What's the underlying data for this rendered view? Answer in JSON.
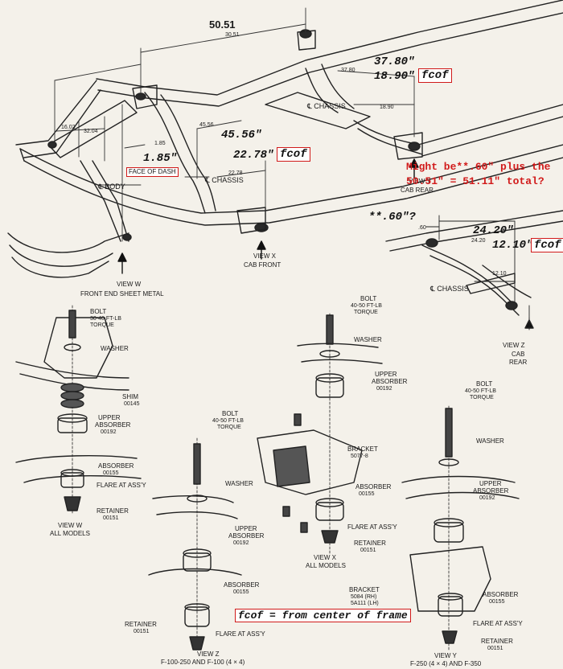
{
  "frame": {
    "dim_50_51": "50.51",
    "dim_50_51_small": "30.51",
    "dim_37_80_small": "37.80",
    "dim_18_90_small": "18.90",
    "dim_45_56_small": "45.56",
    "dim_22_78_small": "22.78",
    "dim_16_02": "16.02",
    "dim_32_04": "32.04",
    "dim_1_85_small": "1.85",
    "chassis_label": "℄ CHASSIS",
    "body_label": "℄ BODY",
    "face_of_dash": "FACE OF DASH",
    "view_w": "VIEW W",
    "view_w_caption": "FRONT END SHEET METAL",
    "view_x": "VIEW X",
    "view_x_caption": "CAB FRONT",
    "view_y": "VIEW Y",
    "view_y_caption": "CAB REAR"
  },
  "annotations": {
    "a_37_80": "37.80\"",
    "a_18_90": "18.90\"",
    "fcof": "fcof",
    "a_45_56": "45.56\"",
    "a_22_78": "22.78\"",
    "a_1_85": "1.85\"",
    "might_be_line1": "Might be**.60\" plus the",
    "might_be_line2": "50.51\" = 51.11\" total?",
    "a_60": "**.60\"?",
    "a_24_20": "24.20\"",
    "a_12_10": "12.10\"",
    "legend": "fcof = from center of frame"
  },
  "view_z_top": {
    "dim_60_small": ".60",
    "dim_24_20_small": "24.20",
    "dim_12_10_small": "12.10",
    "chassis_label": "℄ CHASSIS",
    "view": "VIEW Z",
    "caption_1": "CAB",
    "caption_2": "REAR"
  },
  "exploded_w": {
    "bolt": "BOLT",
    "bolt_torque_1": "30-40 FT-LB",
    "bolt_torque_2": "TORQUE",
    "washer": "WASHER",
    "shim": "SHIM",
    "shim_part": "00145",
    "upper_absorber": "UPPER",
    "upper_absorber_2": "ABSORBER",
    "upper_absorber_part": "00192",
    "absorber": "ABSORBER",
    "absorber_part": "00155",
    "flare": "FLARE AT ASS'Y",
    "retainer": "RETAINER",
    "retainer_part": "00151",
    "view": "VIEW W",
    "caption": "ALL MODELS"
  },
  "exploded_x": {
    "bolt": "BOLT",
    "bolt_torque_1": "40-50 FT-LB",
    "bolt_torque_2": "TORQUE",
    "washer": "WASHER",
    "upper_absorber": "UPPER",
    "upper_absorber_2": "ABSORBER",
    "upper_absorber_part": "00192",
    "bracket": "BRACKET",
    "bracket_part": "5077-8",
    "absorber": "ABSORBER",
    "absorber_part": "00155",
    "flare": "FLARE AT ASS'Y",
    "retainer": "RETAINER",
    "retainer_part": "00151",
    "view": "VIEW X",
    "caption": "ALL MODELS"
  },
  "exploded_z": {
    "bolt": "BOLT",
    "bolt_torque_1": "40-50 FT-LB",
    "bolt_torque_2": "TORQUE",
    "washer": "WASHER",
    "upper_absorber": "UPPER",
    "upper_absorber_2": "ABSORBER",
    "upper_absorber_part": "00192",
    "absorber": "ABSORBER",
    "absorber_part": "00155",
    "retainer": "RETAINER",
    "retainer_part": "00151",
    "flare": "FLARE AT ASS'Y",
    "view": "VIEW Z",
    "caption": "F-100-250 AND F-100 (4 × 4)"
  },
  "exploded_y": {
    "bolt": "BOLT",
    "bolt_torque_1": "40-50 FT-LB",
    "bolt_torque_2": "TORQUE",
    "washer": "WASHER",
    "upper_absorber": "UPPER",
    "upper_absorber_2": "ABSORBER",
    "upper_absorber_part": "00192",
    "bracket": "BRACKET",
    "bracket_part_1": "5084 (RH)",
    "bracket_part_2": "5A111 (LH)",
    "absorber": "ABSORBER",
    "absorber_part": "00155",
    "flare": "FLARE AT ASS'Y",
    "retainer": "RETAINER",
    "retainer_part": "00151",
    "view": "VIEW Y",
    "caption": "F-250 (4 × 4) AND F-350"
  }
}
